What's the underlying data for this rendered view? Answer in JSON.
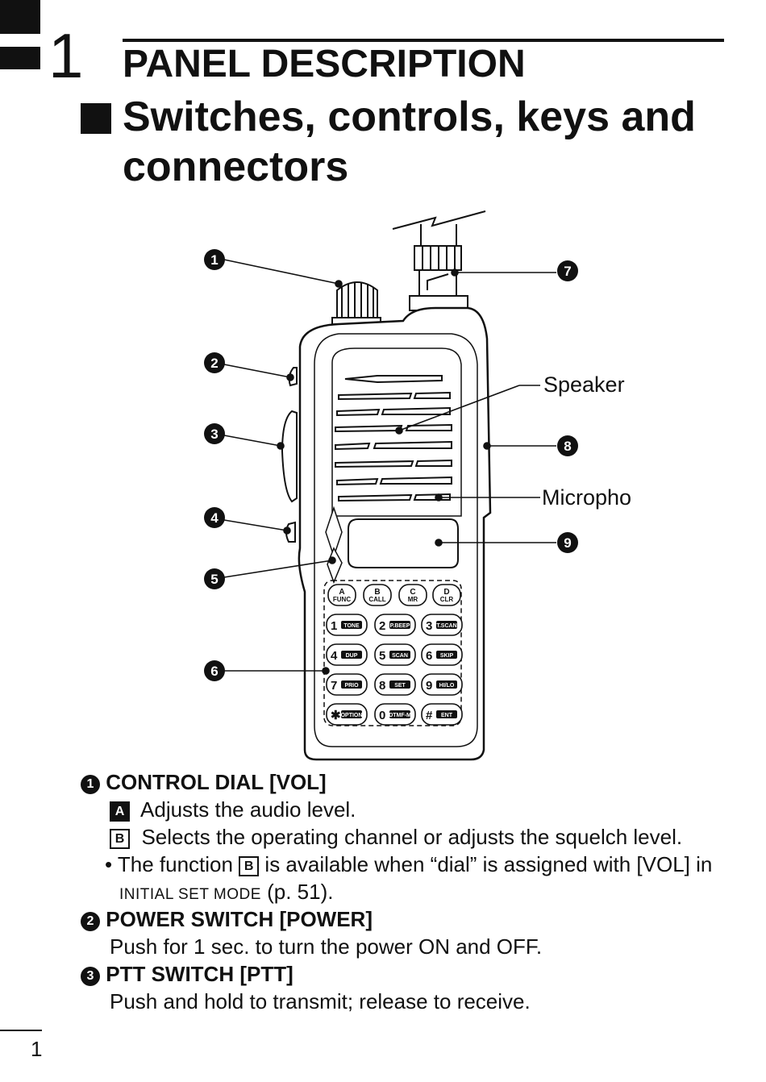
{
  "chapter": {
    "number": "1",
    "title": "PANEL DESCRIPTION"
  },
  "section": {
    "title": "Switches, controls, keys and connectors"
  },
  "diagram": {
    "callouts": [
      "1",
      "2",
      "3",
      "4",
      "5",
      "6",
      "7",
      "8",
      "9"
    ],
    "labels": {
      "speaker": "Speaker",
      "microphone": "Micropho"
    },
    "keys": [
      {
        "main": "A",
        "sub": "FUNC"
      },
      {
        "main": "B",
        "sub": "CALL"
      },
      {
        "main": "C",
        "sub": "MR"
      },
      {
        "main": "D",
        "sub": "CLR"
      },
      {
        "main": "1",
        "sub": "TONE"
      },
      {
        "main": "2",
        "sub": "P.BEEP"
      },
      {
        "main": "3",
        "sub": "T.SCAN"
      },
      {
        "main": "4",
        "sub": "DUP"
      },
      {
        "main": "5",
        "sub": "SCAN"
      },
      {
        "main": "6",
        "sub": "SKIP"
      },
      {
        "main": "7",
        "sub": "PRIO"
      },
      {
        "main": "8",
        "sub": "SET"
      },
      {
        "main": "9",
        "sub": "HI/LO"
      },
      {
        "main": "✱",
        "sub": "OPTION"
      },
      {
        "main": "0",
        "sub": "DTMF-M"
      },
      {
        "main": "#",
        "sub": "ENT"
      }
    ]
  },
  "items": [
    {
      "num": "1",
      "title": "CONTROL DIAL [VOL]",
      "subs": [
        {
          "marker": "A",
          "text": "Adjusts the audio level."
        },
        {
          "marker": "B",
          "text": "Selects the operating channel or adjusts the squelch level."
        }
      ],
      "note_prefix": "• The function",
      "note_marker": "B",
      "note_suffix": "is available when “dial” is assigned with [VOL] in",
      "note_mode": "INITIAL SET MODE",
      "note_ref": "(p. 51)."
    },
    {
      "num": "2",
      "title": "POWER SWITCH [POWER]",
      "text": "Push for 1 sec. to turn the power ON and OFF."
    },
    {
      "num": "3",
      "title": "PTT SWITCH [PTT]",
      "text": "Push and hold to transmit; release to receive."
    }
  ],
  "page_number": "1"
}
